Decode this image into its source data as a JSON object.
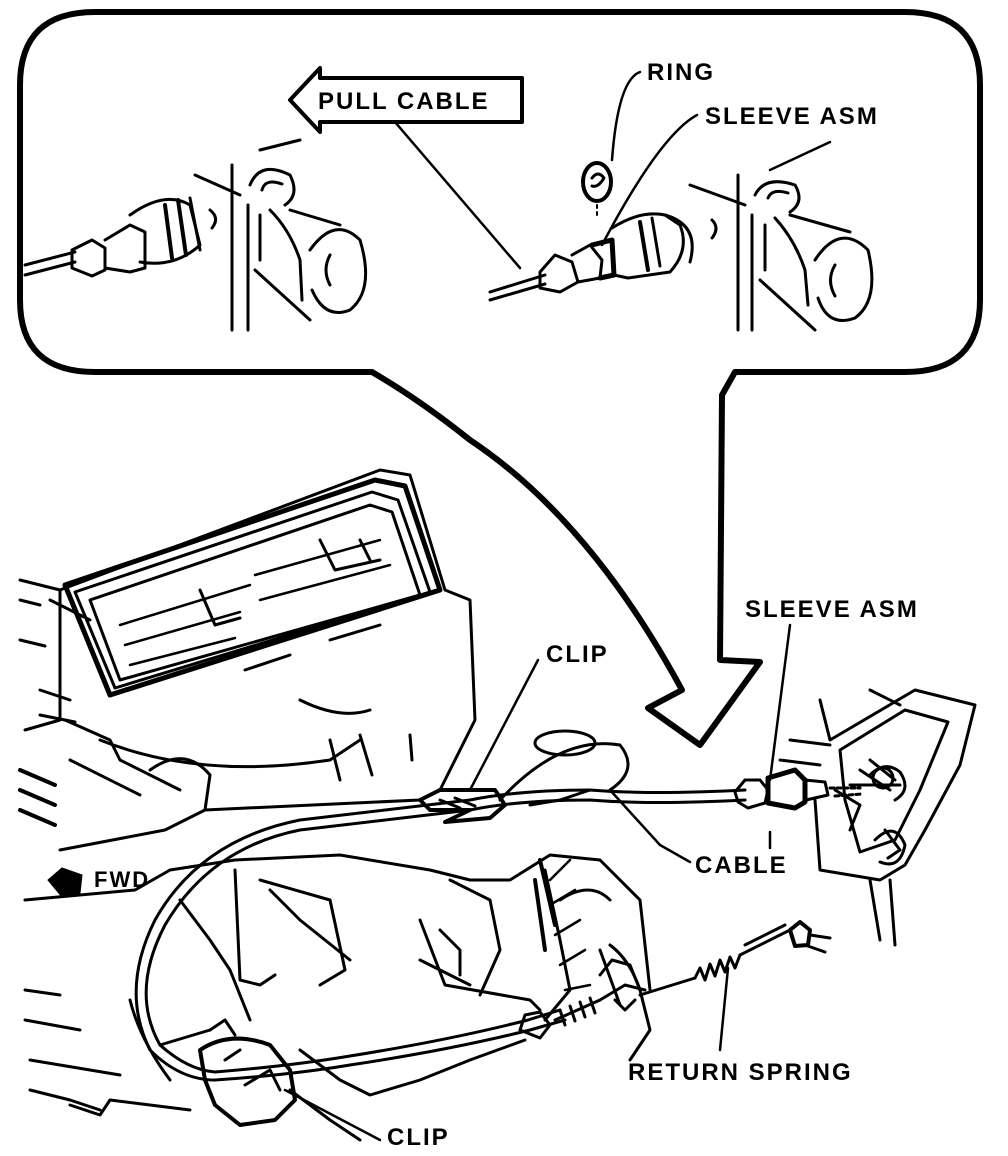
{
  "labels": {
    "pull_cable": "PULL CABLE",
    "ring": "RING",
    "sleeve_asm_top": "SLEEVE ASM",
    "sleeve_asm_main": "SLEEVE ASM",
    "clip_top": "CLIP",
    "cable": "CABLE",
    "fwd": "FWD",
    "return_spring": "RETURN SPRING",
    "clip_bottom": "CLIP"
  }
}
